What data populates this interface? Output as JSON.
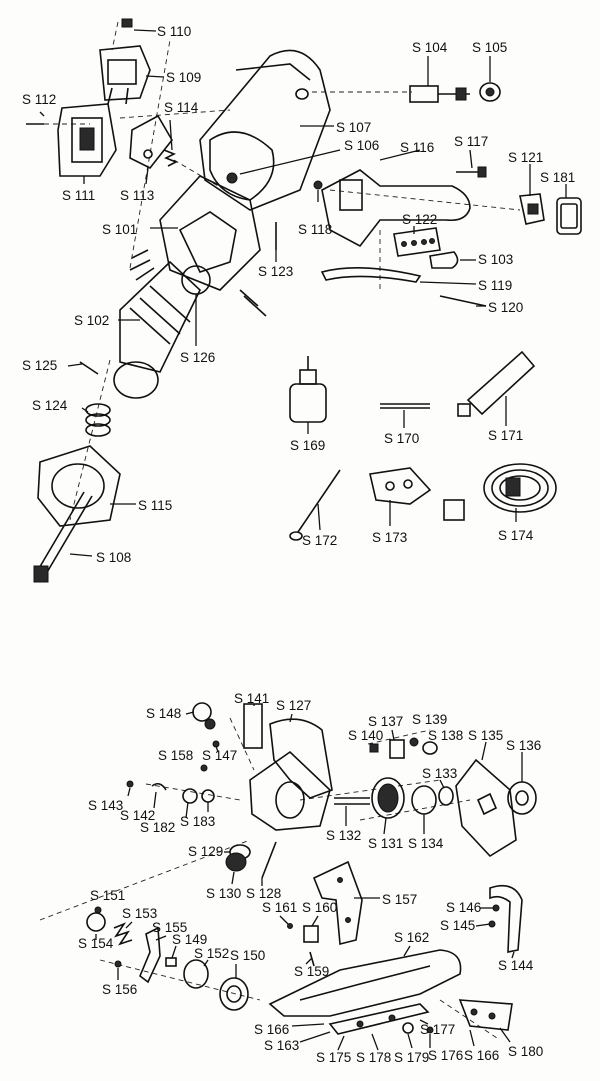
{
  "diagram": {
    "parts": [
      {
        "id": "S110",
        "label": "S 110"
      },
      {
        "id": "S109",
        "label": "S 109"
      },
      {
        "id": "S112",
        "label": "S 112"
      },
      {
        "id": "S114",
        "label": "S 114"
      },
      {
        "id": "S111",
        "label": "S 111"
      },
      {
        "id": "S113",
        "label": "S 113"
      },
      {
        "id": "S104",
        "label": "S 104"
      },
      {
        "id": "S105",
        "label": "S 105"
      },
      {
        "id": "S107",
        "label": "S 107"
      },
      {
        "id": "S106",
        "label": "S 106"
      },
      {
        "id": "S116",
        "label": "S 116"
      },
      {
        "id": "S117",
        "label": "S 117"
      },
      {
        "id": "S121",
        "label": "S 121"
      },
      {
        "id": "S181",
        "label": "S 181"
      },
      {
        "id": "S101",
        "label": "S 101"
      },
      {
        "id": "S118",
        "label": "S 118"
      },
      {
        "id": "S122",
        "label": "S 122"
      },
      {
        "id": "S123",
        "label": "S 123"
      },
      {
        "id": "S103",
        "label": "S 103"
      },
      {
        "id": "S119",
        "label": "S 119"
      },
      {
        "id": "S120",
        "label": "S 120"
      },
      {
        "id": "S102",
        "label": "S 102"
      },
      {
        "id": "S126",
        "label": "S 126"
      },
      {
        "id": "S125",
        "label": "S 125"
      },
      {
        "id": "S124",
        "label": "S 124"
      },
      {
        "id": "S169",
        "label": "S 169"
      },
      {
        "id": "S170",
        "label": "S 170"
      },
      {
        "id": "S171",
        "label": "S 171"
      },
      {
        "id": "S115",
        "label": "S 115"
      },
      {
        "id": "S172",
        "label": "S 172"
      },
      {
        "id": "S173",
        "label": "S 173"
      },
      {
        "id": "S174",
        "label": "S 174"
      },
      {
        "id": "S108",
        "label": "S 108"
      },
      {
        "id": "S141",
        "label": "S 141"
      },
      {
        "id": "S127",
        "label": "S 127"
      },
      {
        "id": "S148",
        "label": "S 148"
      },
      {
        "id": "S137",
        "label": "S 137"
      },
      {
        "id": "S139",
        "label": "S 139"
      },
      {
        "id": "S140",
        "label": "S 140"
      },
      {
        "id": "S138",
        "label": "S 138"
      },
      {
        "id": "S135",
        "label": "S 135"
      },
      {
        "id": "S136",
        "label": "S 136"
      },
      {
        "id": "S158",
        "label": "S 158"
      },
      {
        "id": "S147",
        "label": "S 147"
      },
      {
        "id": "S133",
        "label": "S 133"
      },
      {
        "id": "S143",
        "label": "S 143"
      },
      {
        "id": "S142",
        "label": "S 142"
      },
      {
        "id": "S182",
        "label": "S 182"
      },
      {
        "id": "S183",
        "label": "S 183"
      },
      {
        "id": "S132",
        "label": "S 132"
      },
      {
        "id": "S131",
        "label": "S 131"
      },
      {
        "id": "S134",
        "label": "S 134"
      },
      {
        "id": "S129",
        "label": "S 129"
      },
      {
        "id": "S130",
        "label": "S 130"
      },
      {
        "id": "S128",
        "label": "S 128"
      },
      {
        "id": "S157",
        "label": "S 157"
      },
      {
        "id": "S151",
        "label": "S 151"
      },
      {
        "id": "S161",
        "label": "S 161"
      },
      {
        "id": "S160",
        "label": "S 160"
      },
      {
        "id": "S146",
        "label": "S 146"
      },
      {
        "id": "S153",
        "label": "S 153"
      },
      {
        "id": "S155",
        "label": "S 155"
      },
      {
        "id": "S145",
        "label": "S 145"
      },
      {
        "id": "S162",
        "label": "S 162"
      },
      {
        "id": "S154",
        "label": "S 154"
      },
      {
        "id": "S149",
        "label": "S 149"
      },
      {
        "id": "S152",
        "label": "S 152"
      },
      {
        "id": "S150",
        "label": "S 150"
      },
      {
        "id": "S159",
        "label": "S 159"
      },
      {
        "id": "S144",
        "label": "S 144"
      },
      {
        "id": "S156",
        "label": "S 156"
      },
      {
        "id": "S166a",
        "label": "S 166"
      },
      {
        "id": "S177",
        "label": "S 177"
      },
      {
        "id": "S163",
        "label": "S 163"
      },
      {
        "id": "S175",
        "label": "S 175"
      },
      {
        "id": "S178",
        "label": "S 178"
      },
      {
        "id": "S179",
        "label": "S 179"
      },
      {
        "id": "S176",
        "label": "S 176"
      },
      {
        "id": "S166b",
        "label": "S 166"
      },
      {
        "id": "S180",
        "label": "S 180"
      }
    ]
  }
}
